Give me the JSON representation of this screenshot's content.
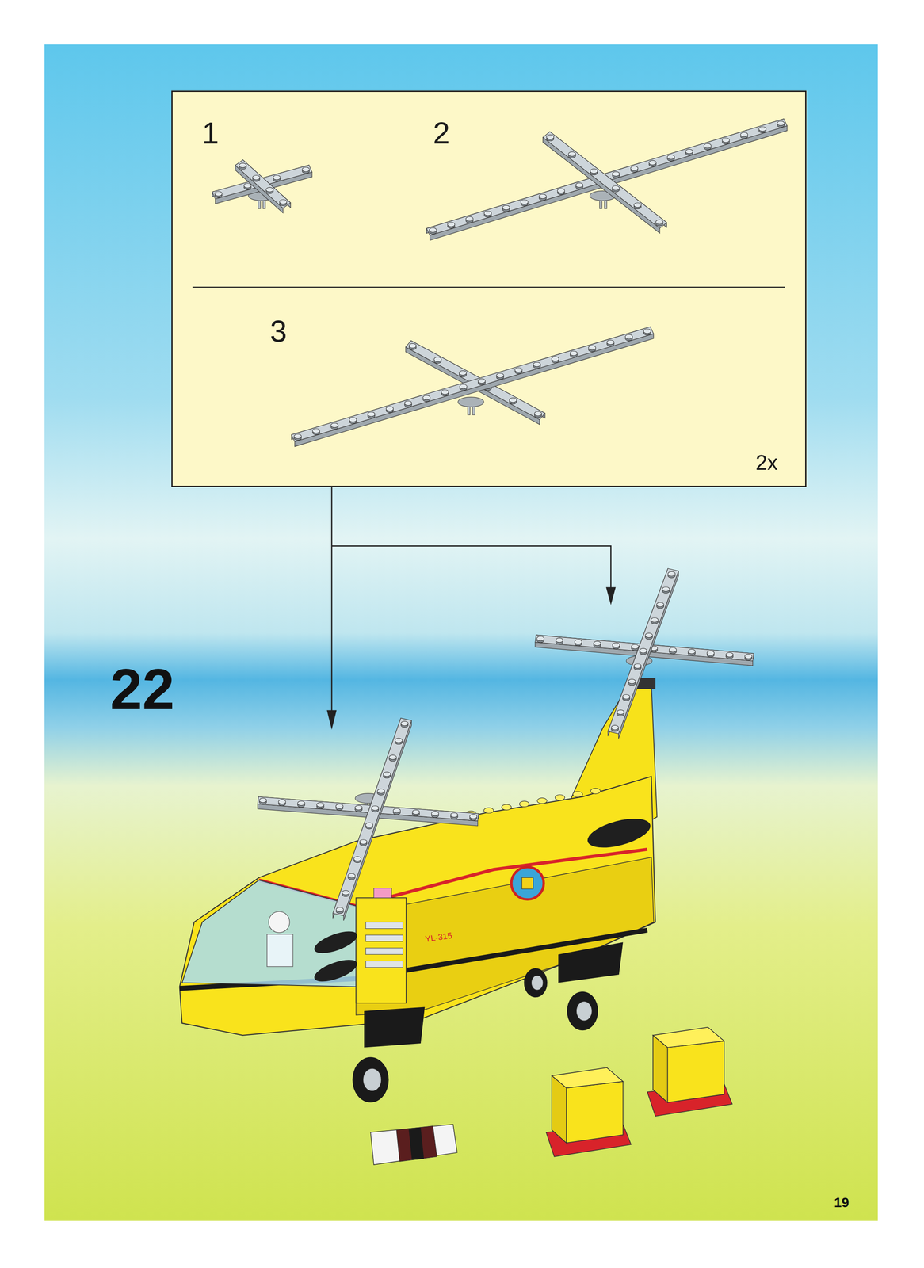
{
  "diagram": {
    "nodes": [
      {
        "text": [
          "1",
          "2",
          "3",
          "2x"
        ]
      }
    ],
    "labels": [
      "22",
      "YL-315",
      "19"
    ]
  }
}
